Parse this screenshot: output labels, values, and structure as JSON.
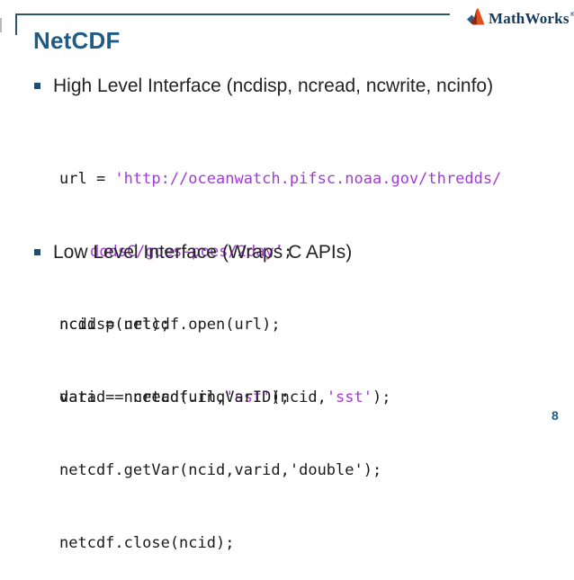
{
  "colors": {
    "title_blue": "#1f5b87",
    "accent_line": "#2b566d",
    "bullet_marker": "#1f4e6e",
    "code_plain": "#1a1a1a",
    "code_string_purple": "#a23bd6",
    "logo_navy": "#14395b",
    "logo_orange": "#e1501a",
    "logo_maroon": "#8c2a10",
    "logo_blue": "#2e5f8f"
  },
  "header": {
    "logo_text": "MathWorks",
    "logo_mark": "®"
  },
  "slide": {
    "title": "NetCDF",
    "page_number": "8"
  },
  "sections": [
    {
      "bullet_label": "High Level Interface (ncdisp, ncread, ncwrite, ncinfo)",
      "code_lines": [
        {
          "segments": [
            {
              "text": "url = ",
              "type": "plain"
            },
            {
              "text": "'http://oceanwatch.pifsc.noaa.gov/thredds/",
              "type": "string"
            }
          ]
        },
        {
          "indent": true,
          "segments": [
            {
              "text": "dodsC/goes-poes/2day’",
              "type": "string"
            },
            {
              "text": ";",
              "type": "plain"
            }
          ]
        },
        {
          "segments": [
            {
              "text": "ncdisp(url);",
              "type": "plain"
            }
          ]
        },
        {
          "segments": [
            {
              "text": "data = ncread(url,",
              "type": "plain"
            },
            {
              "text": "'sst'",
              "type": "string"
            },
            {
              "text": ");",
              "type": "plain"
            }
          ]
        }
      ]
    },
    {
      "bullet_label": "Low Level Interface (Wraps C APIs)",
      "code_lines": [
        {
          "segments": [
            {
              "text": "ncid = netcdf.open(url);",
              "type": "plain"
            }
          ]
        },
        {
          "segments": [
            {
              "text": "varid = netcdf.inqVarID(ncid,",
              "type": "plain"
            },
            {
              "text": "'sst'",
              "type": "string"
            },
            {
              "text": ");",
              "type": "plain"
            }
          ]
        },
        {
          "segments": [
            {
              "text": "netcdf.getVar(ncid,varid,'double');",
              "type": "plain"
            }
          ]
        },
        {
          "segments": [
            {
              "text": "netcdf.close(ncid);",
              "type": "plain"
            }
          ]
        }
      ]
    }
  ]
}
